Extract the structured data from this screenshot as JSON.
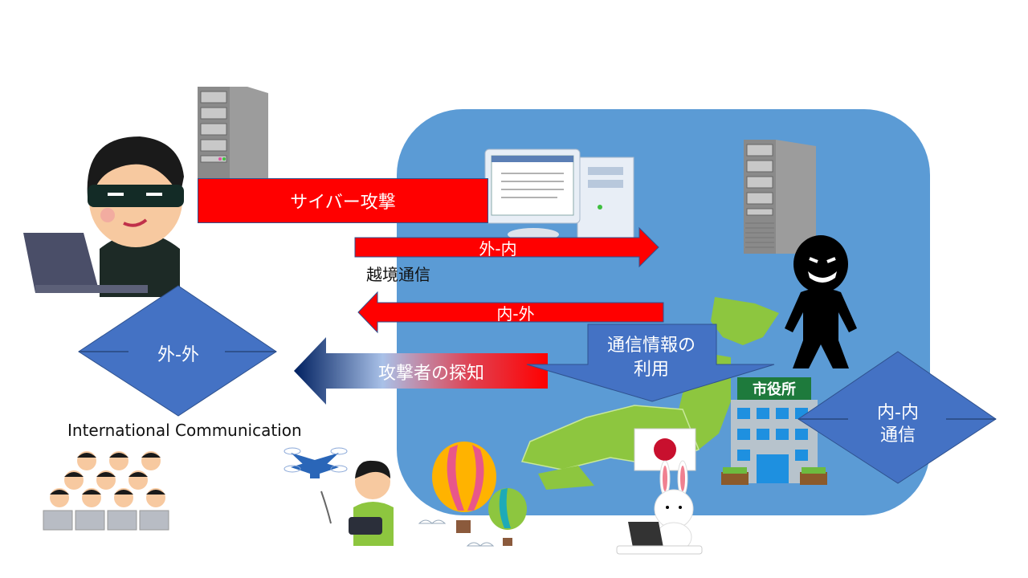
{
  "colors": {
    "domestic_region": "#5b9bd5",
    "attack_red": "#ff0000",
    "shape_blue": "#4472c4",
    "gradient_dark_blue": "#002060"
  },
  "labels": {
    "cyber_attack": "サイバー攻撃",
    "out_in": "外-内",
    "cross_border": "越境通信",
    "in_out": "内-外",
    "use_of_comm_info_line1": "通信情報の",
    "use_of_comm_info_line2": "利用",
    "attacker_detection": "攻撃者の探知",
    "out_out": "外-外",
    "international_communication": "International Communication",
    "in_in_line1": "内-内",
    "in_in_line2": "通信",
    "city_hall_sign": "市役所"
  },
  "illustrations": [
    "hacker-at-laptop",
    "foreign-server",
    "desktop-computer",
    "domestic-server",
    "shadow-attacker",
    "japan-map",
    "japan-flag",
    "city-hall-building",
    "rabbit-with-laptop",
    "hot-air-balloons",
    "drone-operator",
    "group-of-hackers"
  ]
}
